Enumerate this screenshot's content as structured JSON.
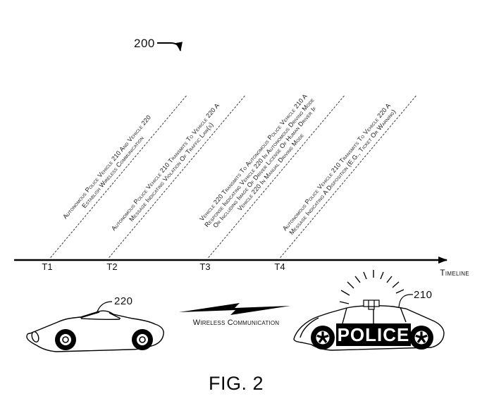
{
  "figure": {
    "reference_number": "200",
    "caption": "FIG. 2"
  },
  "timeline": {
    "axis_label": "Timeline",
    "ticks": [
      "T1",
      "T2",
      "T3",
      "T4"
    ],
    "events": [
      {
        "tick": "T1",
        "lines": [
          "Autonomous Police Vehicle 210 And Vehicle 220",
          "Establish Wireless Communication"
        ]
      },
      {
        "tick": "T2",
        "lines": [
          "Autonomous Police Vehicle 210 Transmits To Vehicle 220 A",
          "Message Indicating Violation Of Traffic Law(s)"
        ]
      },
      {
        "tick": "T3",
        "lines": [
          "Vehicle 220 Transmits To Autonomous Police Vehicle 210 A",
          "Response Indicating Vehicle 220 In Autonomous Driving Mode",
          "Or Including Image Of Driver License Of Human Driver If",
          "Vehicle 220 In Manual Driving Mode"
        ]
      },
      {
        "tick": "T4",
        "lines": [
          "Autonomous Police Vehicle 210 Transmits To Vehicle 220 A",
          "Message Indicating A Disposition (E.G., Ticket Or Warning)"
        ]
      }
    ]
  },
  "vehicles": {
    "civilian": {
      "reference_number": "220"
    },
    "police": {
      "reference_number": "210",
      "banner": "POLICE"
    }
  },
  "wireless": {
    "label": "Wireless Communication"
  },
  "colors": {
    "ink": "#000000",
    "background": "#ffffff"
  }
}
